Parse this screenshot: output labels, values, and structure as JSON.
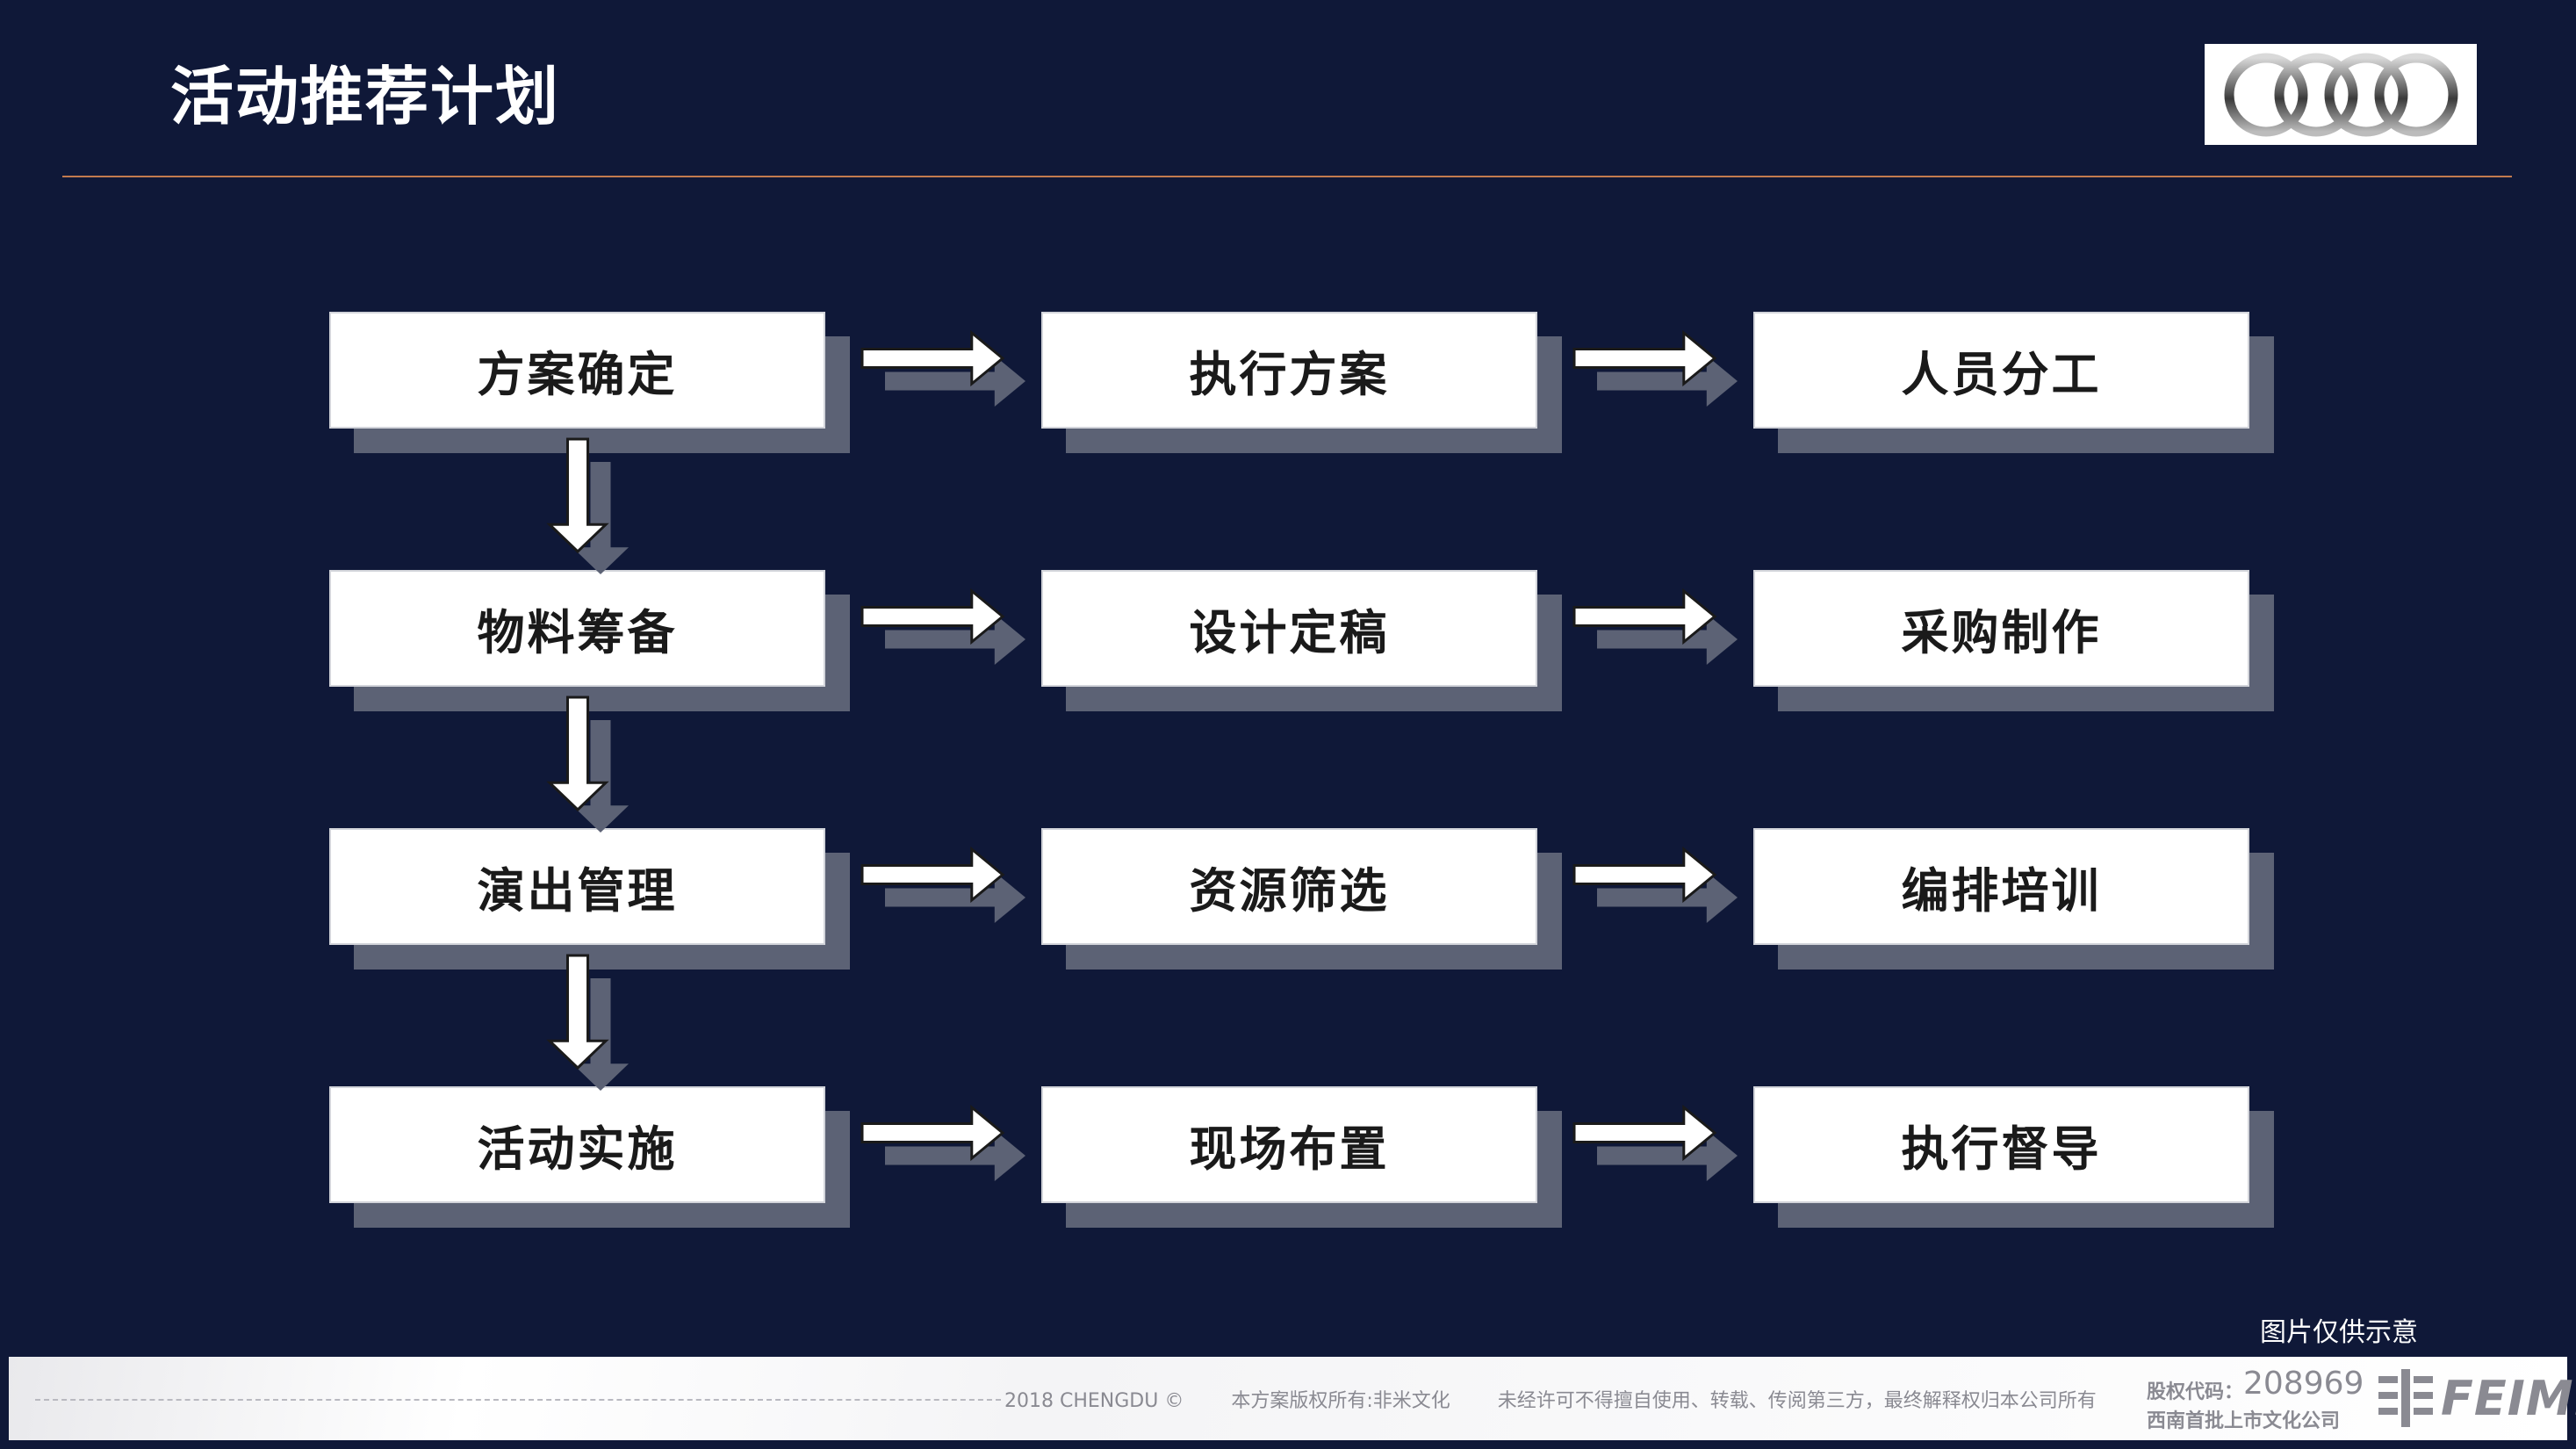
{
  "header": {
    "title": "活动推荐计划",
    "logo_icon": "audi-rings-icon"
  },
  "flow": {
    "rows": [
      [
        "方案确定",
        "执行方案",
        "人员分工"
      ],
      [
        "物料筹备",
        "设计定稿",
        "采购制作"
      ],
      [
        "演出管理",
        "资源筛选",
        "编排培训"
      ],
      [
        "活动实施",
        "现场布置",
        "执行督导"
      ]
    ]
  },
  "caption": "图片仅供示意",
  "footer": {
    "copyright": "2018 CHENGDU ©",
    "rights": "本方案版权所有:非米文化",
    "notice": "未经许可不得擅自使用、转载、传阅第三方，最终解释权归本公司所有",
    "stock_label": "股权代码：",
    "stock_code": "208969",
    "stock_sub": "西南首批上市文化公司",
    "brand": "FEIMi"
  },
  "colors": {
    "background": "#0f1838",
    "rule": "#c27a4e",
    "box": "#ffffff",
    "box_shadow": "#5c6275"
  }
}
